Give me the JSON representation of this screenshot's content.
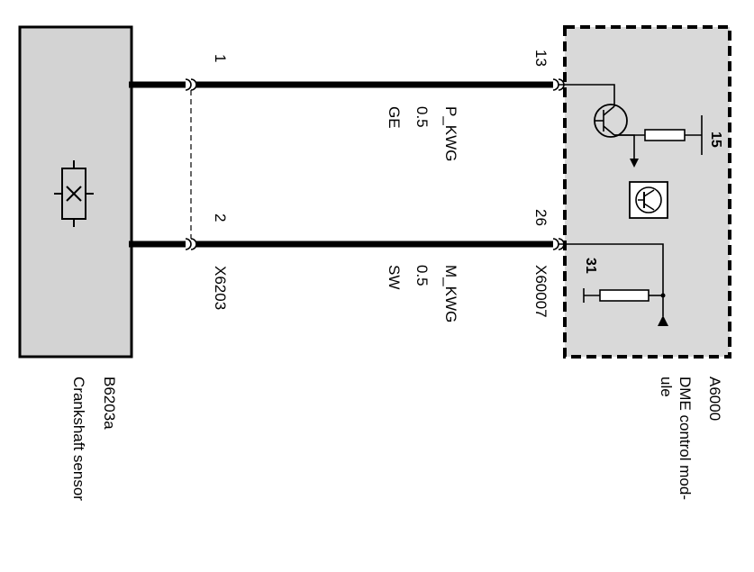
{
  "colors": {
    "component_fill": "#d3d3d3",
    "module_fill": "#d9d9d9",
    "line": "#000000",
    "background": "#ffffff"
  },
  "sensor": {
    "code": "B6203a",
    "name": "Crankshaft sensor",
    "symbol_icon": "inductive-sensor-icon"
  },
  "module": {
    "code": "A6000",
    "name_line1": "DME control mod-",
    "name_line2": "ule",
    "transistor_icon": "transistor-icon"
  },
  "connectors": {
    "sensor_connector": "X6203",
    "module_connector": "X60007"
  },
  "pins": {
    "sensor_pin_1": "1",
    "sensor_pin_2": "2",
    "module_pin_13": "13",
    "module_pin_26": "26",
    "module_pin_15": "15",
    "module_pin_31": "31"
  },
  "wires": [
    {
      "signal": "P_KWG",
      "cross_section": "0.5",
      "color_code": "GE"
    },
    {
      "signal": "M_KWG",
      "cross_section": "0.5",
      "color_code": "SW"
    }
  ]
}
